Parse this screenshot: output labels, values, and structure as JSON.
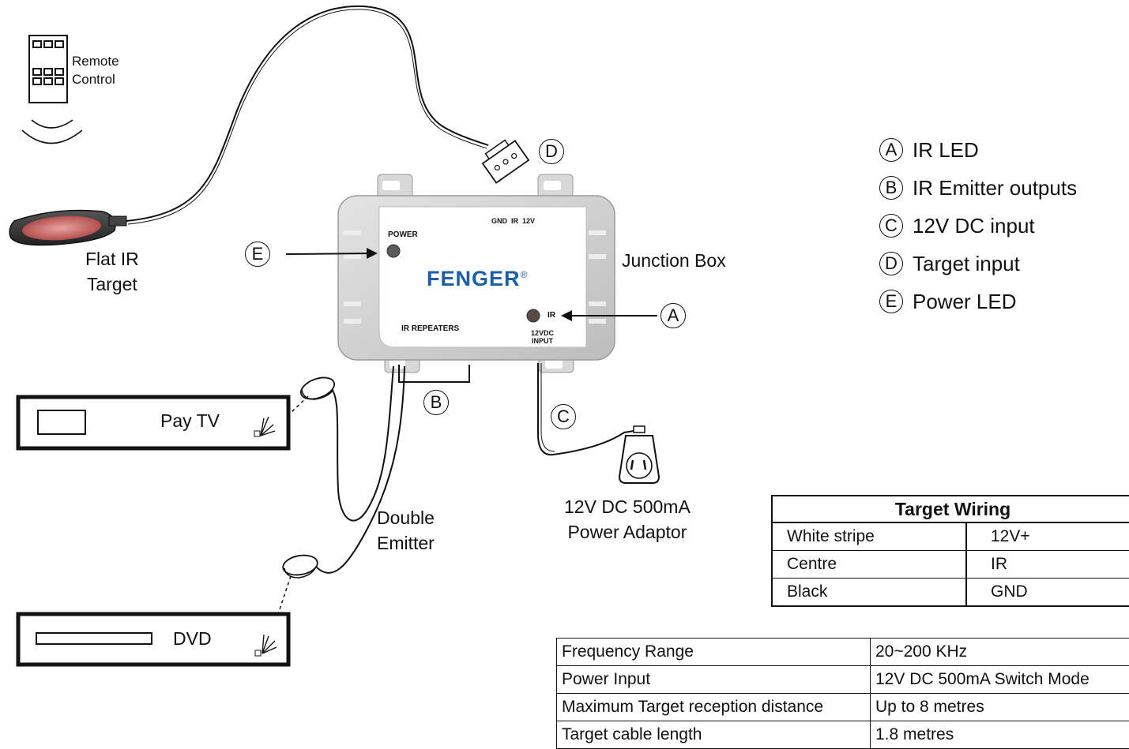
{
  "labels": {
    "remote_control": [
      "Remote",
      "Control"
    ],
    "flat_ir_target": [
      "Flat IR",
      "Target"
    ],
    "junction_box": "Junction Box",
    "pay_tv": "Pay TV",
    "dvd": "DVD",
    "double_emitter": [
      "Double",
      "Emitter"
    ],
    "power_adaptor": [
      "12V DC 500mA",
      "Power Adaptor"
    ]
  },
  "device_markings": {
    "power": "POWER",
    "terminals": "GND  IR  12V",
    "brand": "FENGER",
    "registered": "®",
    "ir": "IR",
    "ir_repeaters": "IR REPEATERS",
    "input_12vdc": [
      "12VDC",
      "INPUT"
    ]
  },
  "callouts": {
    "A": "A",
    "B": "B",
    "C": "C",
    "D": "D",
    "E": "E"
  },
  "legend": [
    {
      "letter": "A",
      "text": "IR LED"
    },
    {
      "letter": "B",
      "text": "IR Emitter outputs"
    },
    {
      "letter": "C",
      "text": "12V DC input"
    },
    {
      "letter": "D",
      "text": "Target input"
    },
    {
      "letter": "E",
      "text": "Power LED"
    }
  ],
  "wiring_table": {
    "title": "Target Wiring",
    "rows": [
      [
        "White stripe",
        "12V+"
      ],
      [
        "Centre",
        "IR"
      ],
      [
        "Black",
        "GND"
      ]
    ]
  },
  "spec_table": {
    "rows": [
      [
        "Frequency Range",
        "20~200 KHz"
      ],
      [
        "Power Input",
        "12V DC 500mA Switch Mode"
      ],
      [
        "Maximum Target reception distance",
        "Up to 8 metres"
      ],
      [
        "Target cable length",
        "1.8 metres"
      ]
    ]
  },
  "colors": {
    "brand_blue": "#1a5fa8",
    "target_red": "#d07a78",
    "box_gray": "#cfcfcf"
  }
}
